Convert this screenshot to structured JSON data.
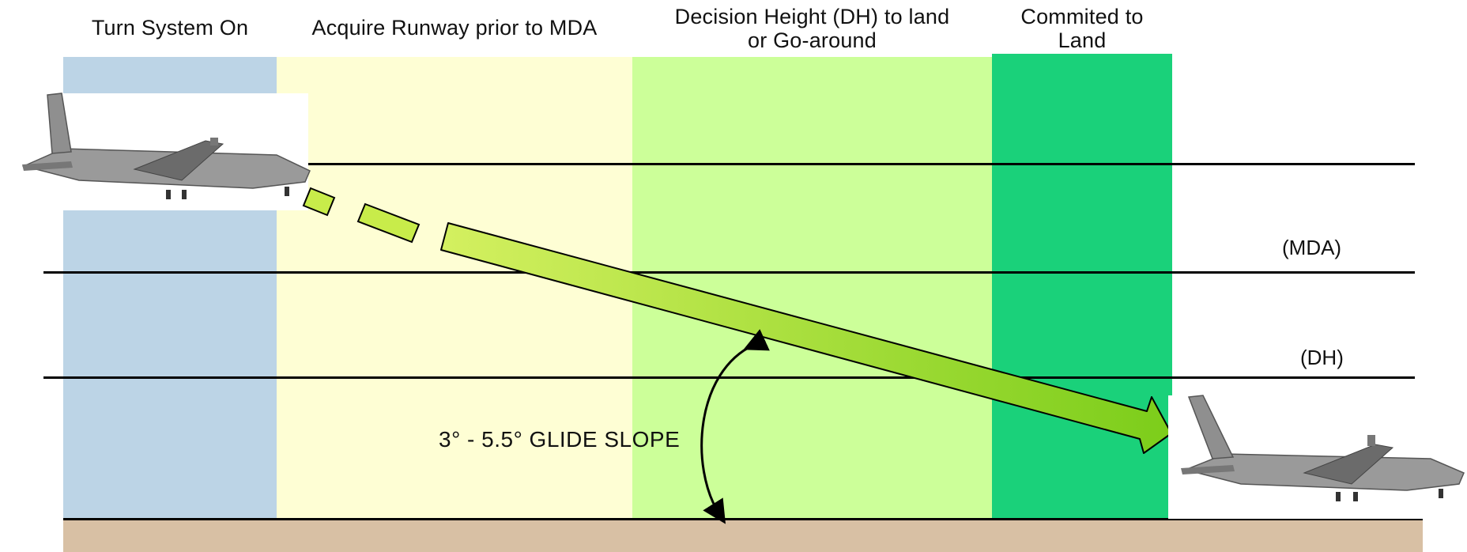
{
  "phases": [
    {
      "label": "Turn System On"
    },
    {
      "label": "Acquire Runway prior to MDA"
    },
    {
      "label": "Decision Height (DH) to land\nor Go-around"
    },
    {
      "label": "Commited to\nLand"
    }
  ],
  "lines": {
    "mda_label": "(MDA)",
    "dh_label": "(DH)"
  },
  "glide_slope_label": "3° - 5.5° GLIDE SLOPE",
  "colors": {
    "zone_turn_on": "#bcd4e6",
    "zone_acquire": "#fefed4",
    "zone_decision": "#ccff99",
    "zone_committed": "#1ad17a",
    "ground": "#d8c0a4",
    "glide_arrow": "#a6e02a"
  },
  "icons": {
    "aircraft_left": "aircraft-icon",
    "aircraft_right": "aircraft-icon"
  }
}
